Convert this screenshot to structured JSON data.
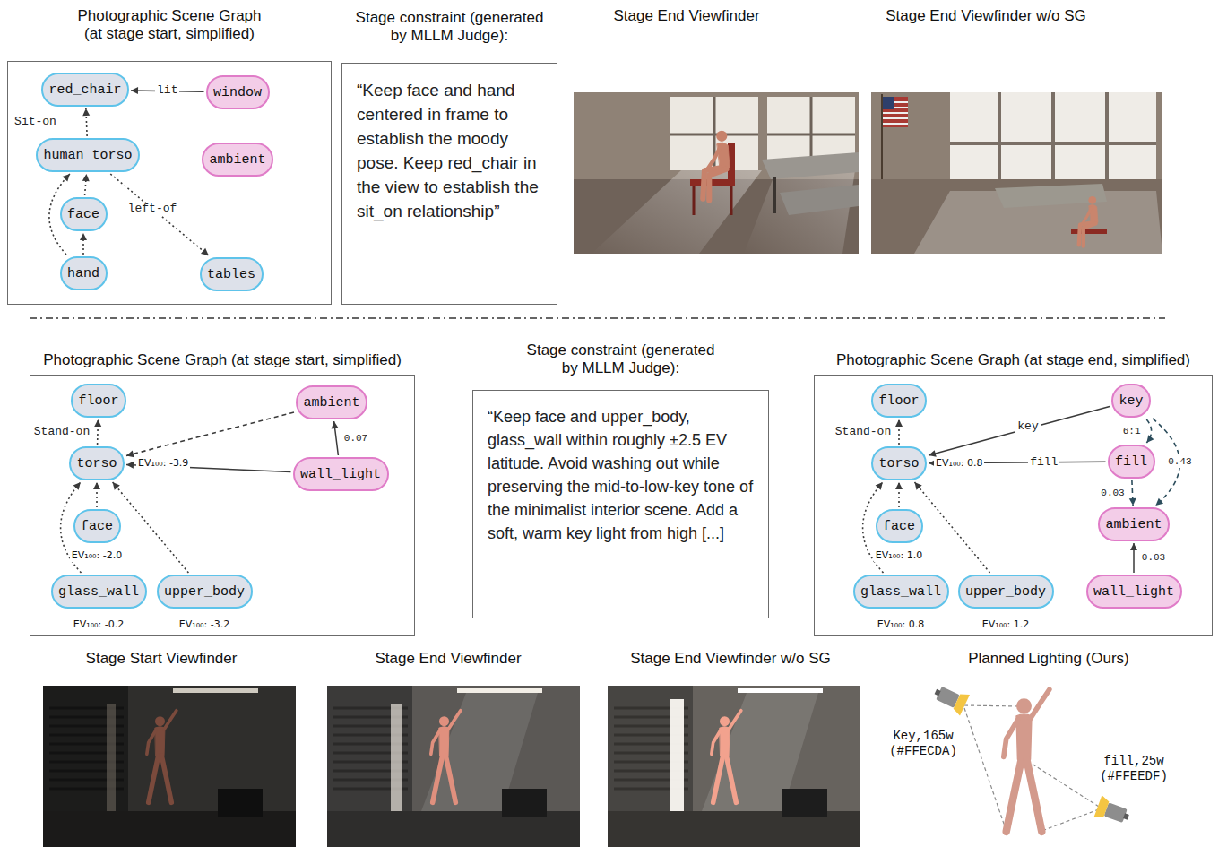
{
  "diagram": {
    "nodes": [
      {
        "text": [
          "Photographic Scene Graph (at stage start, simplified)"
        ]
      },
      {
        "text": [
          "red_chair"
        ],
        "in": 0
      },
      {
        "text": [
          "window"
        ],
        "in": 0
      },
      {
        "text": [
          "human_torso"
        ],
        "in": 0
      },
      {
        "text": [
          "ambient"
        ],
        "in": 0
      },
      {
        "text": [
          "face"
        ],
        "in": 0
      },
      {
        "text": [
          "hand"
        ],
        "in": 0
      },
      {
        "text": [
          "tables"
        ],
        "in": 0
      },
      {
        "text": [
          "Stage constraint (generated by MLLM Judge):",
          "“Keep face and hand centered in frame to establish the moody pose. Keep red_chair in the view to establish the sit_on relationship”"
        ]
      },
      {
        "text": [
          "Photographic Scene Graph (at stage start, simplified)"
        ]
      },
      {
        "text": [
          "floor"
        ],
        "in": 9
      },
      {
        "text": [
          "ambient"
        ],
        "in": 9
      },
      {
        "text": [
          "torso"
        ],
        "in": 9
      },
      {
        "text": [
          "wall_light"
        ],
        "in": 9
      },
      {
        "text": [
          "face"
        ],
        "in": 9
      },
      {
        "text": [
          "glass_wall"
        ],
        "in": 9
      },
      {
        "text": [
          "upper_body"
        ],
        "in": 9
      },
      {
        "text": [
          "Stage constraint (generated by MLLM Judge):",
          "“Keep face and upper_body, glass_wall within roughly ±2.5 EV latitude. Avoid washing out while preserving the mid-to-low-key tone of the minimalist interior scene. Add a soft, warm key light from high [...]"
        ]
      },
      {
        "text": [
          "Photographic Scene Graph (at stage end, simplified)"
        ]
      },
      {
        "text": [
          "floor"
        ],
        "in": 18
      },
      {
        "text": [
          "key"
        ],
        "in": 18
      },
      {
        "text": [
          "torso"
        ],
        "in": 18
      },
      {
        "text": [
          "fill"
        ],
        "in": 18
      },
      {
        "text": [
          "ambient"
        ],
        "in": 18
      },
      {
        "text": [
          "face"
        ],
        "in": 18
      },
      {
        "text": [
          "glass_wall"
        ],
        "in": 18
      },
      {
        "text": [
          "wall_light"
        ],
        "in": 18
      },
      {
        "text": [
          "upper_body"
        ],
        "in": 18
      }
    ],
    "edges": [
      {
        "from": 2,
        "to": 1,
        "arrow": "to",
        "label": "lit"
      },
      {
        "from": 3,
        "to": 1,
        "arrow": "to",
        "label": "Sit-on"
      },
      {
        "from": 5,
        "to": 3,
        "arrow": "to"
      },
      {
        "from": 6,
        "to": 5,
        "arrow": "to"
      },
      {
        "from": 6,
        "to": 3,
        "arrow": "to"
      },
      {
        "from": 3,
        "to": 7,
        "arrow": "to",
        "label": "left-of"
      },
      {
        "from": 12,
        "to": 10,
        "arrow": "to",
        "label": "Stand-on"
      },
      {
        "from": 11,
        "to": 12,
        "arrow": "to"
      },
      {
        "from": 13,
        "to": 12,
        "arrow": "to"
      },
      {
        "from": 13,
        "to": 11,
        "arrow": "to",
        "label": "0.07"
      },
      {
        "from": 14,
        "to": 12,
        "arrow": "to"
      },
      {
        "from": 15,
        "to": 12,
        "arrow": "to"
      },
      {
        "from": 16,
        "to": 12,
        "arrow": "to"
      },
      {
        "from": 21,
        "to": 19,
        "arrow": "to",
        "label": "Stand-on"
      },
      {
        "from": 20,
        "to": 21,
        "arrow": "to",
        "label": "key"
      },
      {
        "from": 22,
        "to": 21,
        "arrow": "to",
        "label": "fill"
      },
      {
        "from": 20,
        "to": 22,
        "arrow": "to",
        "label": "6:1"
      },
      {
        "from": 20,
        "to": 23,
        "arrow": "to",
        "label": "0.43"
      },
      {
        "from": 22,
        "to": 23,
        "arrow": "to",
        "label": "0.03"
      },
      {
        "from": 26,
        "to": 23,
        "arrow": "to",
        "label": "0.03"
      },
      {
        "from": 24,
        "to": 21,
        "arrow": "to"
      },
      {
        "from": 25,
        "to": 21,
        "arrow": "to"
      },
      {
        "from": 27,
        "to": 21,
        "arrow": "to"
      }
    ],
    "labels": [
      "Stage End Viewfinder",
      "Stage End Viewfinder w/o SG",
      "EV₁₀₀: -3.9",
      "EV₁₀₀: -2.0",
      "EV₁₀₀: -0.2",
      "EV₁₀₀: -3.2",
      "EV₁₀₀: 0.8",
      "EV₁₀₀: 1.0",
      "EV₁₀₀: 0.8",
      "EV₁₀₀: 1.2",
      "Stage Start Viewfinder",
      "Stage End Viewfinder",
      "Stage End Viewfinder w/o SG",
      "Planned Lighting (Ours)",
      "Key,165w (#FFECDA)",
      "fill,25w (#FFEEDF)"
    ]
  }
}
